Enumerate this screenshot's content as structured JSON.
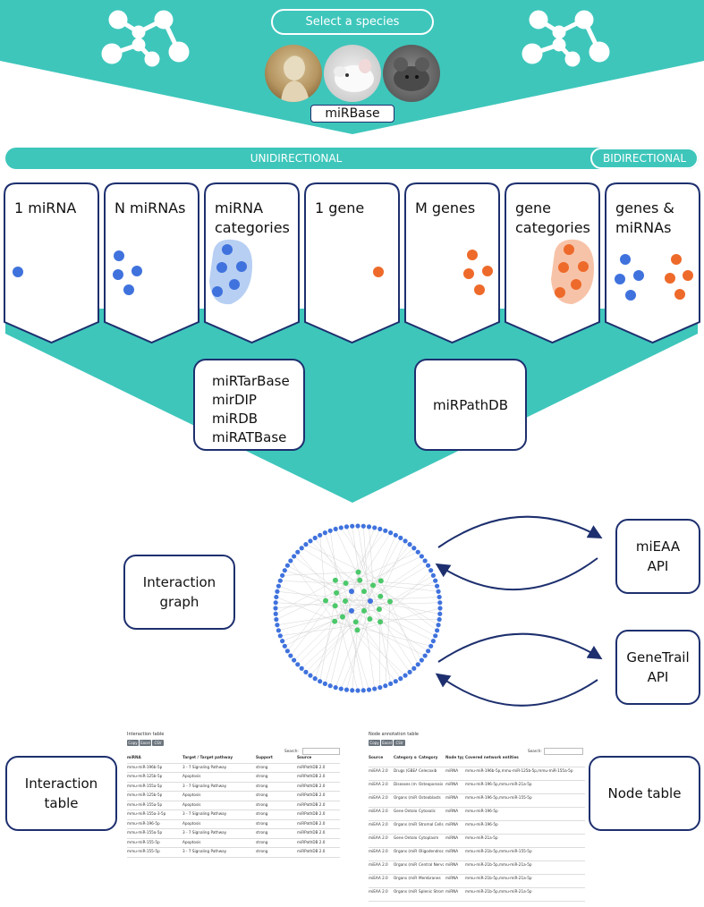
{
  "top_panel": {
    "species_button": "Select a species",
    "database_label": "miRBase",
    "species": [
      {
        "icon": "human-bust-icon"
      },
      {
        "icon": "rat-icon"
      },
      {
        "icon": "mouse-icon"
      }
    ]
  },
  "direction_bar": {
    "unidirectional": "UNIDIRECTIONAL",
    "bidirectional": "BIDIRECTIONAL"
  },
  "categories": [
    {
      "label": "1 miRNA"
    },
    {
      "label": "N miRNAs"
    },
    {
      "label": "miRNA categories"
    },
    {
      "label": "1 gene"
    },
    {
      "label": "M genes"
    },
    {
      "label": "gene categories"
    },
    {
      "label": "genes & miRNAs"
    }
  ],
  "databases": {
    "left": [
      "miRTarBase",
      "mirDIP",
      "miRDB",
      "miRATBase"
    ],
    "right": "miRPathDB"
  },
  "views": {
    "interaction_graph": "Interaction graph",
    "mieaa_api": "miEAA API",
    "genetrail_api": "GeneTrail API",
    "interaction_table": "Interaction table",
    "node_table": "Node table"
  },
  "interaction_table_preview": {
    "title": "Interaction table",
    "buttons": [
      "Copy",
      "Excel",
      "CSV"
    ],
    "search": "Search:",
    "headers": [
      "miRNA",
      "Target / Target pathway",
      "Support",
      "Source"
    ],
    "rows": [
      [
        "mmu-miR-196b-5p",
        "3 - 7 Signaling Pathway",
        "strong",
        "miRPathDB 2.0"
      ],
      [
        "mmu-miR-125b-5p",
        "Apoptosis",
        "strong",
        "miRPathDB 2.0"
      ],
      [
        "mmu-miR-155a-5p",
        "3 - 7 Signaling Pathway",
        "strong",
        "miRPathDB 2.0"
      ],
      [
        "mmu-miR-125b-5p",
        "Apoptosis",
        "strong",
        "miRPathDB 2.0"
      ],
      [
        "mmu-miR-155a-5p",
        "Apoptosis",
        "strong",
        "miRPathDB 2.0"
      ],
      [
        "mmu-miR-155a-3-5p",
        "3 - 7 Signaling Pathway",
        "strong",
        "miRPathDB 2.0"
      ],
      [
        "mmu-miR-196-5p",
        "Apoptosis",
        "strong",
        "miRPathDB 2.0"
      ],
      [
        "mmu-miR-155a-5p",
        "3 - 7 Signaling Pathway",
        "strong",
        "miRPathDB 2.0"
      ],
      [
        "mmu-miR-155-5p",
        "Apoptosis",
        "strong",
        "miRPathDB 2.0"
      ],
      [
        "mmu-miR-155-5p",
        "3 - 7 Signaling Pathway",
        "strong",
        "miRPathDB 2.0"
      ]
    ]
  },
  "node_table_preview": {
    "title": "Node annotation table",
    "buttons": [
      "Copy",
      "Excel",
      "CSV"
    ],
    "search": "Search:",
    "headers": [
      "Source",
      "Category set",
      "Category",
      "Node type",
      "Covered network entities"
    ],
    "rows": [
      [
        "miEAA 2.0",
        "Drugs (GBEAA)",
        "Celecoxib",
        "miRNA",
        "mmu-miR-196b-5p,mmu-miR-125b-5p,mmu-miR-155a-5p"
      ],
      [
        "miEAA 2.0",
        "Diseases (miRWalk)",
        "Osteoporosis",
        "miRNA",
        "mmu-miR-196-5p,mmu-miR-21a-5p"
      ],
      [
        "miEAA 2.0",
        "Organs (miRWalk)",
        "Osteoblasts",
        "miRNA",
        "mmu-miR-196-5p,mmu-miR-155-5p"
      ],
      [
        "miEAA 2.0",
        "Gene Ontology (miRWalk)",
        "Cytosolic",
        "miRNA",
        "mmu-miR-196-5p"
      ],
      [
        "miEAA 2.0",
        "Organs (miRWalk)",
        "Stromal Cells",
        "miRNA",
        "mmu-miR-196-5p"
      ],
      [
        "miEAA 2.0",
        "Gene Ontology (miRWalk)",
        "Cytoplasm",
        "miRNA",
        "mmu-miR-21a-5p"
      ],
      [
        "miEAA 2.0",
        "Organs (miRWalk)",
        "Oligodendrocytes",
        "miRNA",
        "mmu-miR-21b-5p,mmu-miR-155-5p"
      ],
      [
        "miEAA 2.0",
        "Organs (miRWalk)",
        "Central Nervous System",
        "miRNA",
        "mmu-miR-21b-5p,mmu-miR-21a-5p"
      ],
      [
        "miEAA 2.0",
        "Organs (miRWalk)",
        "Membranes",
        "miRNA",
        "mmu-miR-21b-5p,mmu-miR-21a-5p"
      ],
      [
        "miEAA 2.0",
        "Organs (miRWalk)",
        "Splenic Stroma",
        "miRNA",
        "mmu-miR-21b-5p,mmu-miR-21a-5p"
      ]
    ]
  },
  "colors": {
    "teal": "#3ec6bb",
    "mirna_blue": "#3f72dd",
    "gene_orange": "#ee6a2a",
    "border_navy": "#1d2f6e",
    "graph_green": "#4cc86a"
  }
}
